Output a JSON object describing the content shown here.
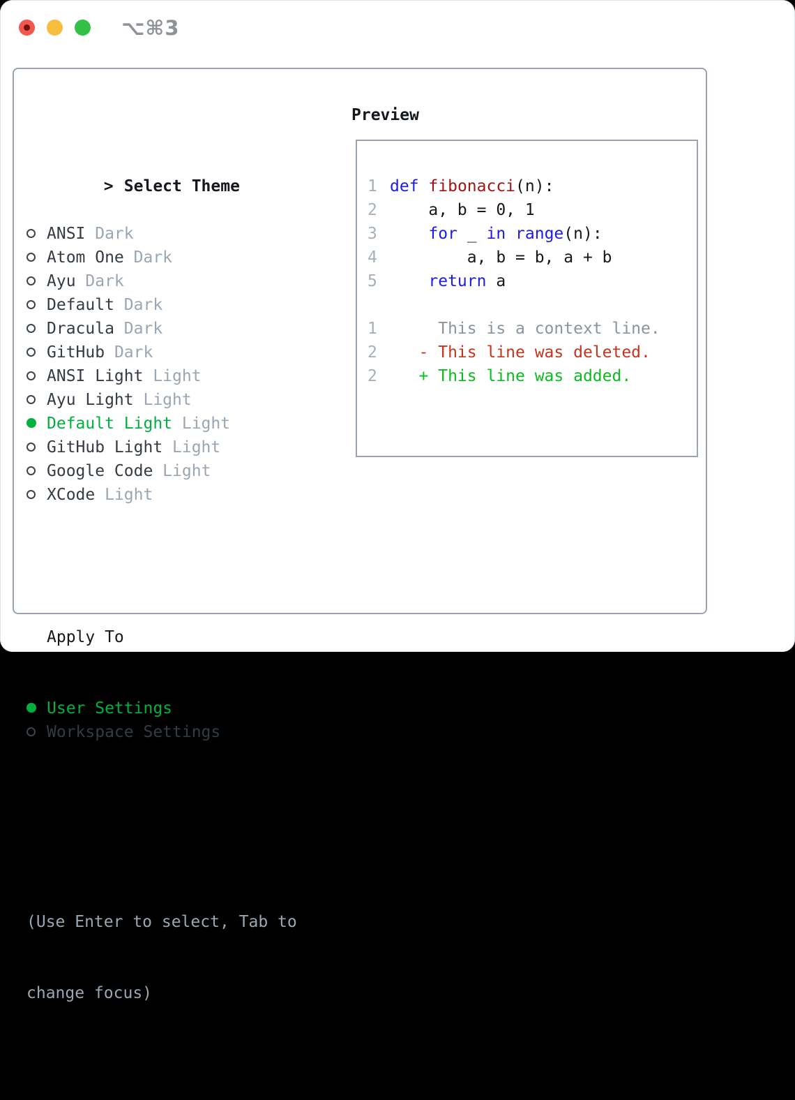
{
  "titlebar": {
    "shortcut": "⌥⌘3",
    "buttons": [
      "close",
      "minimize",
      "zoom"
    ]
  },
  "theme_list": {
    "pointer": ">",
    "heading": "Select Theme",
    "items": [
      {
        "name": "ANSI",
        "variant": "Dark",
        "selected": false
      },
      {
        "name": "Atom One",
        "variant": "Dark",
        "selected": false
      },
      {
        "name": "Ayu",
        "variant": "Dark",
        "selected": false
      },
      {
        "name": "Default",
        "variant": "Dark",
        "selected": false
      },
      {
        "name": "Dracula",
        "variant": "Dark",
        "selected": false
      },
      {
        "name": "GitHub",
        "variant": "Dark",
        "selected": false
      },
      {
        "name": "ANSI Light",
        "variant": "Light",
        "selected": false
      },
      {
        "name": "Ayu Light",
        "variant": "Light",
        "selected": false
      },
      {
        "name": "Default Light",
        "variant": "Light",
        "selected": true
      },
      {
        "name": "GitHub Light",
        "variant": "Light",
        "selected": false
      },
      {
        "name": "Google Code",
        "variant": "Light",
        "selected": false
      },
      {
        "name": "XCode",
        "variant": "Light",
        "selected": false
      }
    ]
  },
  "apply_to": {
    "heading": "Apply To",
    "options": [
      {
        "label": "User Settings",
        "selected": true
      },
      {
        "label": "Workspace Settings",
        "selected": false
      }
    ]
  },
  "help_text": {
    "line1": "(Use Enter to select, Tab to",
    "line2": "change focus)"
  },
  "preview": {
    "heading": "Preview",
    "code_lines": [
      {
        "num": "1",
        "tokens": [
          {
            "t": "def",
            "c": "kw"
          },
          {
            "t": " ",
            "c": "plain"
          },
          {
            "t": "fibonacci",
            "c": "fn"
          },
          {
            "t": "(n):",
            "c": "plain"
          }
        ]
      },
      {
        "num": "2",
        "tokens": [
          {
            "t": "    a, b = 0, 1",
            "c": "plain"
          }
        ]
      },
      {
        "num": "3",
        "tokens": [
          {
            "t": "    ",
            "c": "plain"
          },
          {
            "t": "for",
            "c": "kw"
          },
          {
            "t": " _ ",
            "c": "plain"
          },
          {
            "t": "in",
            "c": "kw"
          },
          {
            "t": " ",
            "c": "plain"
          },
          {
            "t": "range",
            "c": "kw"
          },
          {
            "t": "(n):",
            "c": "plain"
          }
        ]
      },
      {
        "num": "4",
        "tokens": [
          {
            "t": "        a, b = b, a + b",
            "c": "plain"
          }
        ]
      },
      {
        "num": "5",
        "tokens": [
          {
            "t": "    ",
            "c": "plain"
          },
          {
            "t": "return",
            "c": "kw"
          },
          {
            "t": " a",
            "c": "plain"
          }
        ]
      }
    ],
    "diff_lines": [
      {
        "num": "1",
        "kind": "context",
        "text": "     This is a context line."
      },
      {
        "num": "2",
        "kind": "deleted",
        "text": "   - This line was deleted."
      },
      {
        "num": "2",
        "kind": "added",
        "text": "   + This line was added."
      }
    ]
  },
  "colors": {
    "accent_green": "#00b140",
    "keyword_blue": "#1d1de1",
    "function_red": "#a31414",
    "diff_deleted_red": "#c5341f",
    "diff_added_green": "#0bbc20",
    "muted_gray": "#9aa6b2",
    "line_number_gray": "#a6b0ba",
    "panel_border_gray": "#9ba3ae",
    "traffic_red": "#f2574e",
    "traffic_yellow": "#f6bd3f",
    "traffic_green": "#32c146"
  }
}
